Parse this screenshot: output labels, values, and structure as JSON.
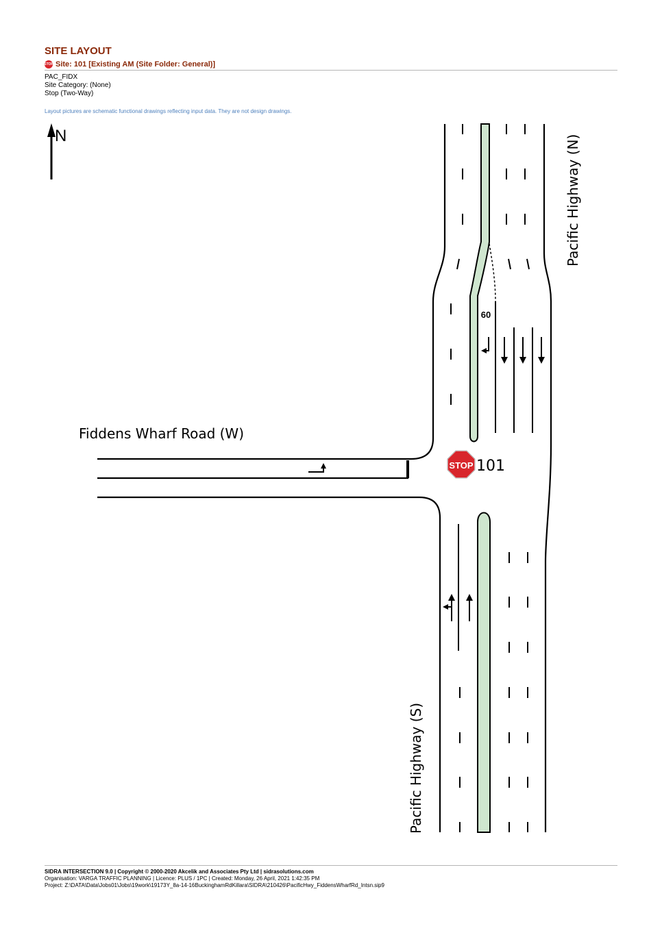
{
  "header": {
    "title": "SITE LAYOUT",
    "stop_icon_text": "STOP",
    "site_line": "Site: 101 [Existing AM (Site Folder: General)]",
    "site_id": "PAC_FIDX",
    "site_category": "Site Category: (None)",
    "control_type": "Stop (Two-Way)",
    "note": "Layout pictures are schematic functional drawings reflecting input data. They are not design drawings."
  },
  "diagram": {
    "north_label": "N",
    "approach_north": "Pacific Highway (N)",
    "approach_south": "Pacific Highway (S)",
    "approach_west": "Fiddens Wharf Road (W)",
    "short_lane_length": "60",
    "stop_sign_text": "STOP",
    "site_number": "101",
    "colors": {
      "median": "#cfe6cf",
      "stop_red": "#d8262c",
      "heading": "#8b2a0a",
      "note": "#4f81bd"
    }
  },
  "footer": {
    "line1": "SIDRA INTERSECTION 9.0  |  Copyright © 2000-2020 Akcelik and Associates Pty Ltd  |  sidrasolutions.com",
    "line2": "Organisation: VARGA TRAFFIC PLANNING  |  Licence: PLUS / 1PC  |  Created: Monday, 26 April, 2021 1:42:35 PM",
    "line3": "Project:  Z:\\DATA\\Data\\Jobs01\\Jobs\\19work\\19173Y_8a-14-16BuckinghamRdKillara\\SIDRA\\210426\\PacificHwy_FiddensWharfRd_Intsn.sip9"
  }
}
